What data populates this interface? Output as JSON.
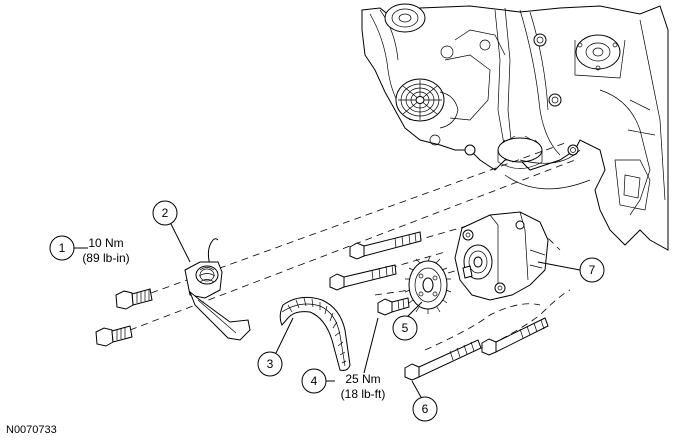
{
  "figure_id": "N0070733",
  "callouts": [
    {
      "number": "1",
      "torque_nm": "10 Nm",
      "torque_imperial": "(89 lb-in)"
    },
    {
      "number": "2"
    },
    {
      "number": "3"
    },
    {
      "number": "4",
      "torque_nm": "25 Nm",
      "torque_imperial": "(18 lb-ft)"
    },
    {
      "number": "5"
    },
    {
      "number": "6"
    },
    {
      "number": "7"
    }
  ]
}
